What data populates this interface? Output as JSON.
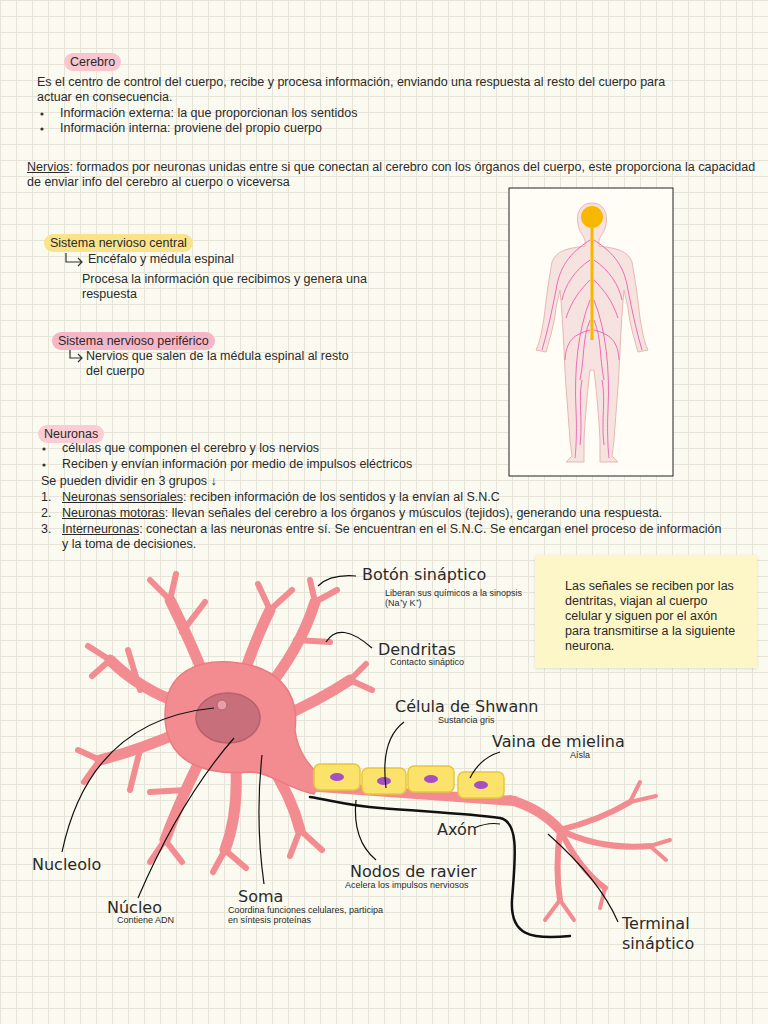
{
  "diagram": {
    "nodes": [
      {
        "text": [
          "Cerebro"
        ]
      },
      {
        "text": [
          "Sistema nervioso central"
        ]
      },
      {
        "text": [
          "Sistema nervioso periférico"
        ]
      },
      {
        "text": [
          "Neuronas"
        ]
      },
      {
        "text": [
          "Las señales se reciben por las dentritas, viajan al cuerpo celular y siguen por el axón para transmitirse a la siguiente neurona."
        ]
      }
    ],
    "labels": [
      "Es el centro de control del cuerpo, recibe y procesa información, enviando una respuesta al resto del cuerpo para actuar en consecuencia.",
      "Información externa: la que proporcionan los sentidos",
      "Información interna: proviene del propio cuerpo",
      "Nervios: formados por neuronas unidas entre si que conectan al cerebro con los órganos del cuerpo, este proporciona la capacidad de enviar info del cerebro al cuerpo o viceversa",
      "Encéfalo y médula espinal",
      "Procesa la información que recibimos y genera una respuesta",
      "Nervios que salen de la médula espinal al resto del cuerpo",
      "células que componen el cerebro y los nervios",
      "Reciben y envían información por medio de impulsos eléctricos",
      "Se pueden dividir en 3 grupos ↓",
      "1.",
      "Neuronas sensoriales: reciben información de los sentidos y la envían al S.N.C",
      "2.",
      "Neuronas motoras: llevan señales del cerebro a los órganos y músculos (tejidos), generando una respuesta.",
      "3.",
      "Interneuronas: conectan a las neuronas entre sí. Se encuentran en el S.N.C. Se encargan enel proceso de información y la toma de decisiones.",
      "Botón sináptico",
      "Liberan sus químicos a la sinopsis (Na⁺y K⁺)",
      "Dendritas",
      "Contacto sináptico",
      "Célula de Shwann",
      "Sustancia gris",
      "Vaina de mielina",
      "Aísla",
      "Axón",
      "Nodos de ravier",
      "Acelera los impulsos nerviosos",
      "Nucleolo",
      "Núcleo",
      "Contiene ADN",
      "Soma",
      "Coordina funciones celulares, participa en síntesis proteínas",
      "Terminal sináptico"
    ]
  }
}
